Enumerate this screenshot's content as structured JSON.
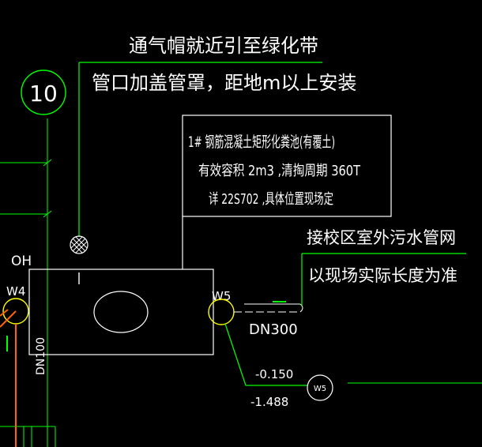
{
  "labels": {
    "vent_line1": "通气帽就近引至绿化带",
    "vent_line2": "管口加盖管罩，距地m以上安装",
    "circle_number": "10",
    "tank_line1": "1# 钢筋混凝土矩形化粪池(有覆土)",
    "tank_line2": "有效容积  2m3 ,清掏周期    360T",
    "tank_line3": "详 22S702 ,具体位置现场定",
    "outlet_line1": "接校区室外污水管网",
    "outlet_line2": "以现场实际长度为准",
    "oh": "OH",
    "w4": "W4",
    "w5": "W5",
    "dn300": "DN300",
    "dn100": "DN100",
    "elev_top": "-0.150",
    "elev_bottom": "-1.488",
    "w5_tag": "W5"
  },
  "colors": {
    "background": "#000000",
    "green": "#00ff00",
    "white": "#ffffff",
    "yellow": "#ffff00",
    "orange": "#ff6600"
  }
}
